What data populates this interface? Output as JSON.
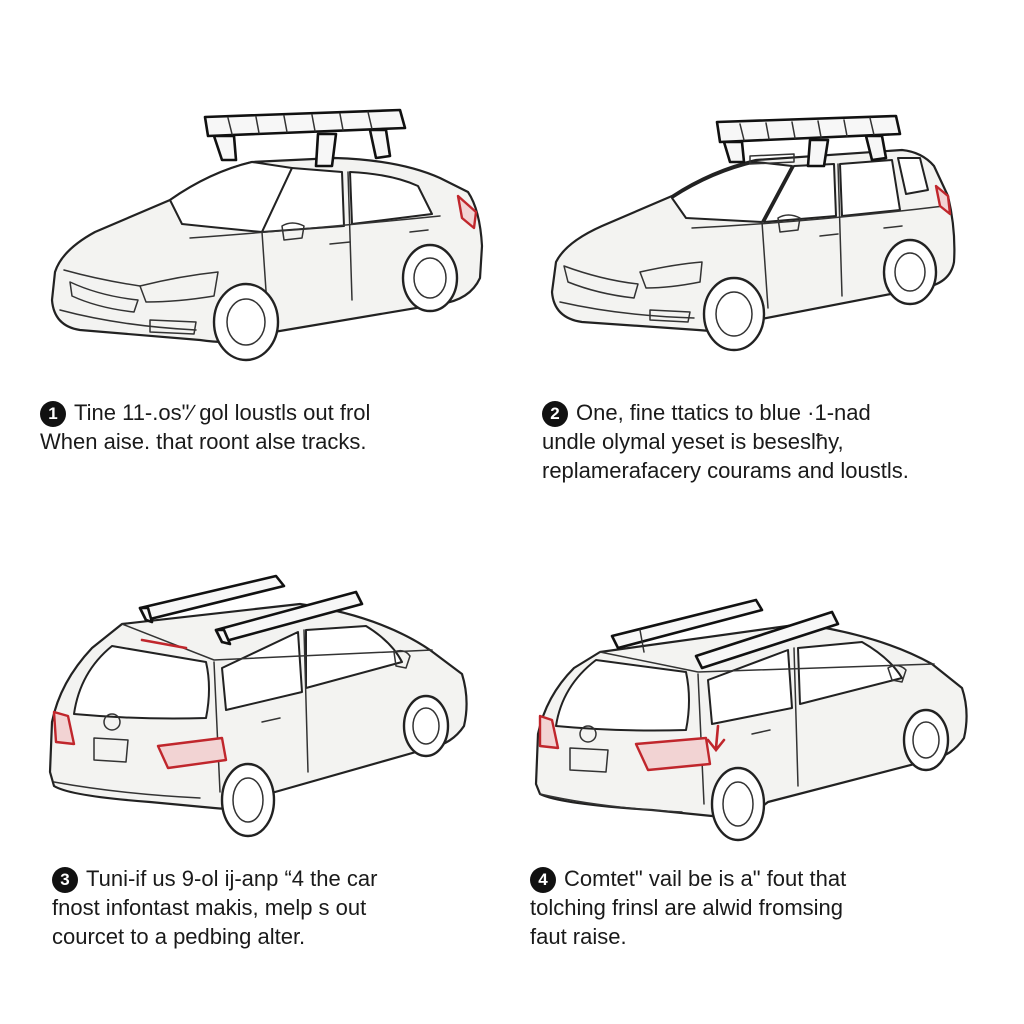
{
  "colors": {
    "accent_red": "#c0262c",
    "ink": "#1a1a1a"
  },
  "steps": [
    {
      "number": "1",
      "lines": [
        "Tine 11-.os\"∕ gol loustls out frol",
        "When aise. that roont alse tracks."
      ]
    },
    {
      "number": "2",
      "lines": [
        "One, fine ttatics to blue ·1-nad",
        "undle olymal yeset is beseslħy,",
        "replamerafacery courams and loustls."
      ]
    },
    {
      "number": "3",
      "lines": [
        "Tuni-if us 9-ol ij-anp “4 the car",
        "fnost infontast makis, melp s out",
        "courcet to a pedbing alter."
      ]
    },
    {
      "number": "4",
      "lines": [
        "Comtet\" vail be is a\" fout that",
        "tolching frinsl are alwid fromsing",
        "faut raise."
      ]
    }
  ],
  "illustrations": [
    "sedan-with-roof-basket",
    "wagon-with-roof-basket",
    "suv-rear-with-crossbars",
    "suv-rear-with-crossbars-and-red-arrow"
  ]
}
